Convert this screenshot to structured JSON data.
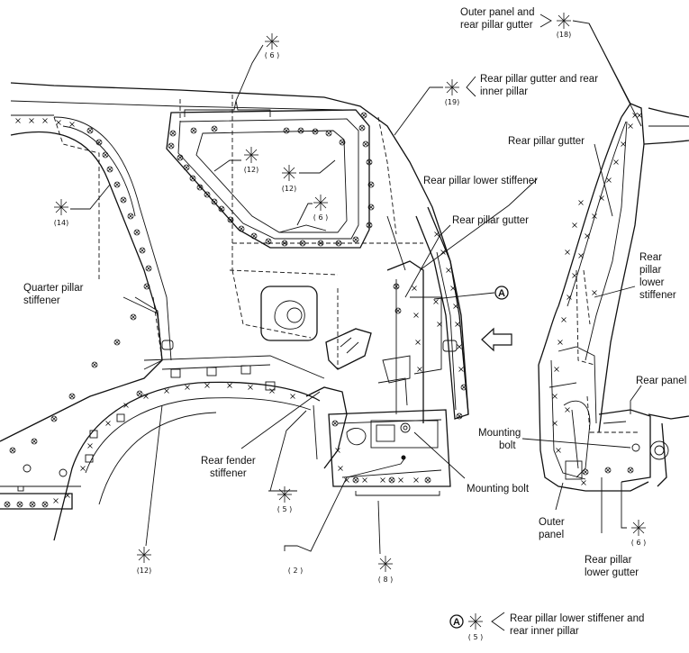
{
  "labels": {
    "outer_panel_gutter_1": "Outer panel and",
    "outer_panel_gutter_2": "rear pillar gutter",
    "gutter_inner_1": "Rear pillar gutter and rear",
    "gutter_inner_2": "inner pillar",
    "rear_pillar_gutter_right": "Rear pillar gutter",
    "rear_pillar_lower_stiffener": "Rear pillar lower stiffener",
    "rear_pillar_gutter_mid": "Rear pillar gutter",
    "rear_pillar_lower_stiffener_v1": "Rear",
    "rear_pillar_lower_stiffener_v2": "pillar",
    "rear_pillar_lower_stiffener_v3": "lower",
    "rear_pillar_lower_stiffener_v4": "stiffener",
    "quarter_pillar_1": "Quarter pillar",
    "quarter_pillar_2": "stiffener",
    "rear_panel": "Rear panel",
    "mounting_bolt_right_1": "Mounting",
    "mounting_bolt_right_2": "bolt",
    "mounting_bolt_mid": "Mounting bolt",
    "rear_fender_1": "Rear fender",
    "rear_fender_2": "stiffener",
    "outer_panel_1": "Outer",
    "outer_panel_2": "panel",
    "rear_pillar_lower_gutter_1": "Rear pillar",
    "rear_pillar_lower_gutter_2": "lower gutter",
    "legend_1": "Rear pillar lower stiffener and",
    "legend_2": "rear inner pillar",
    "detail_letter": "A"
  },
  "counts": {
    "c18": "(18)",
    "c19": "(19)",
    "c6_top": "( 6 )",
    "c12_a": "(12)",
    "c12_b": "(12)",
    "c6_mid": "( 6 )",
    "c14": "(14)",
    "c5_mid": "( 5 )",
    "c6_right": "( 6 )",
    "c12_bottom": "(12)",
    "c2": "( 2 )",
    "c8": "( 8 )",
    "c5_legend": "( 5 )"
  }
}
